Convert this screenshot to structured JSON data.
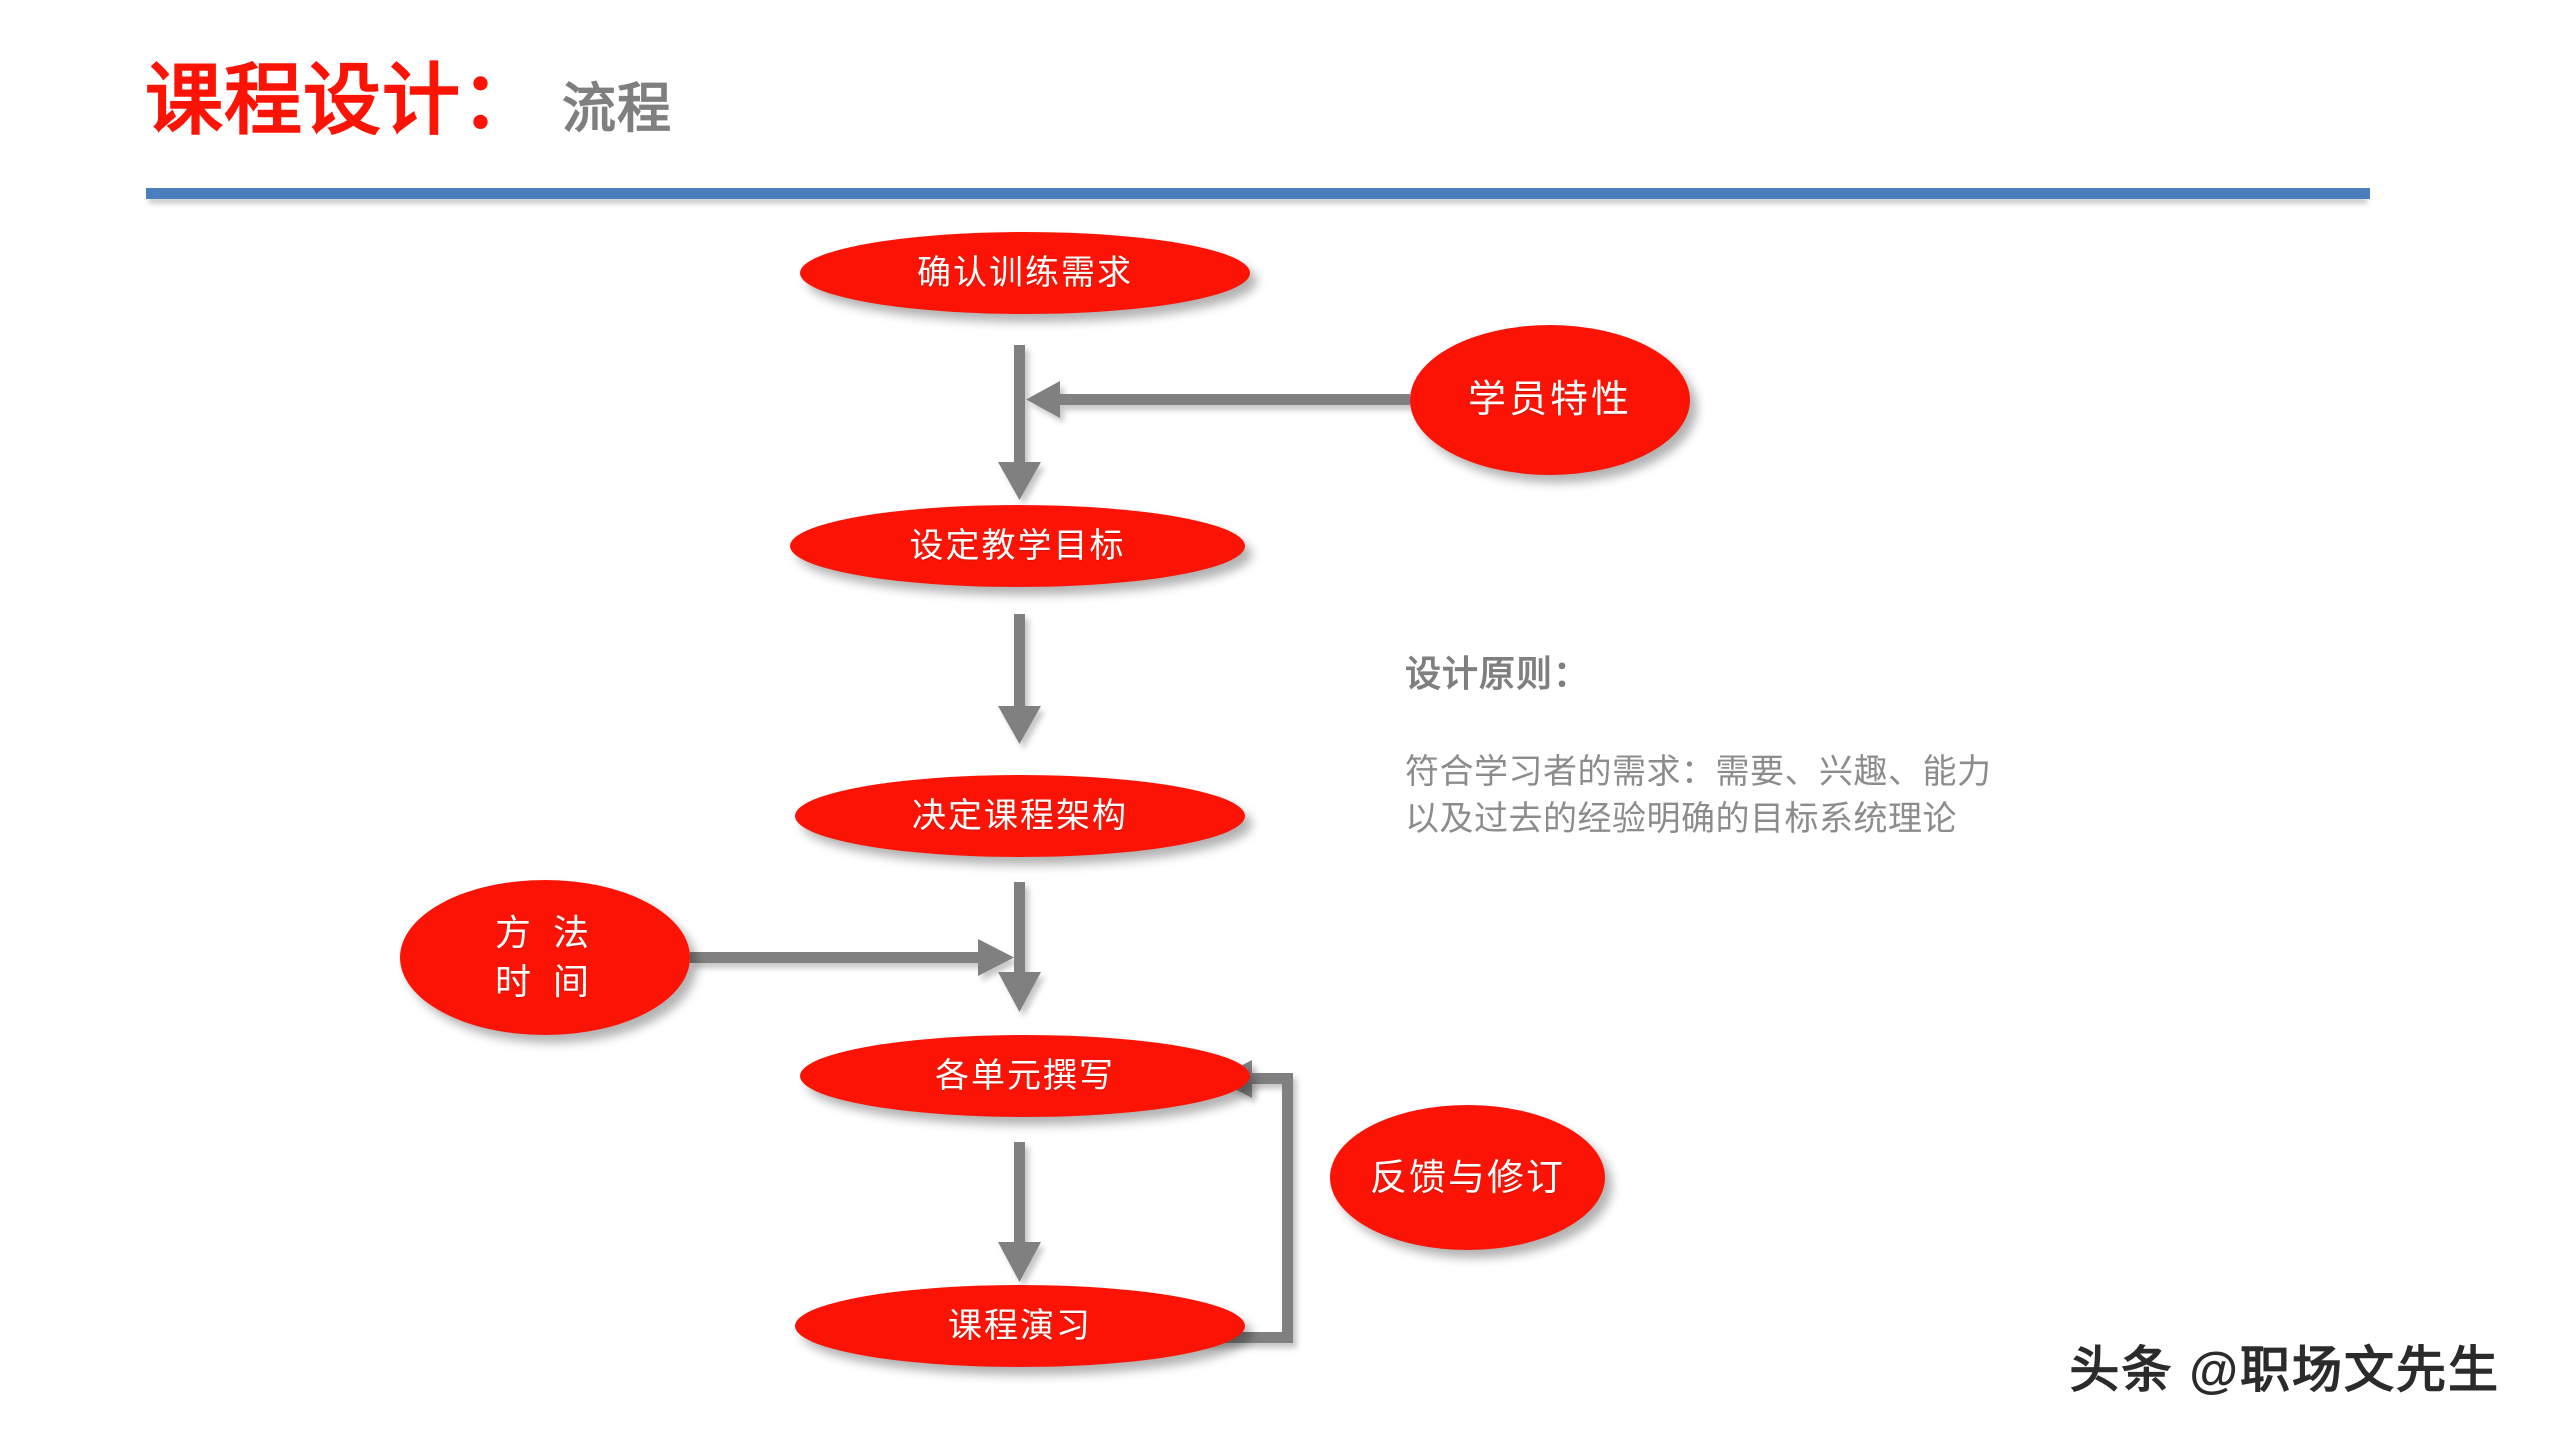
{
  "slide": {
    "title_main": "课程设计：",
    "title_sub": "流程",
    "background_color": "#ffffff",
    "accent_red": "#fb1405",
    "accent_blue": "#4a7ebc",
    "accent_gray": "#808080"
  },
  "flow": {
    "nodes": [
      {
        "id": "requirements",
        "label": "确认训练需求"
      },
      {
        "id": "objectives",
        "label": "设定教学目标"
      },
      {
        "id": "structure",
        "label": "决定课程架构"
      },
      {
        "id": "units",
        "label": "各单元撰写"
      },
      {
        "id": "rehearsal",
        "label": "课程演习"
      },
      {
        "id": "traits",
        "label": "学员特性"
      },
      {
        "id": "method",
        "label": "方 法\n时 间"
      },
      {
        "id": "feedback",
        "label": "反馈与修订"
      }
    ],
    "connectors": [
      {
        "id": "requirements-to-objectives",
        "type": "arrow-down"
      },
      {
        "id": "traits-to-flow",
        "type": "arrow-left"
      },
      {
        "id": "objectives-to-structure",
        "type": "arrow-down"
      },
      {
        "id": "structure-to-units",
        "type": "arrow-down"
      },
      {
        "id": "method-to-flow",
        "type": "arrow-right"
      },
      {
        "id": "units-to-rehearsal",
        "type": "arrow-down"
      },
      {
        "id": "rehearsal-to-units-loop",
        "type": "arrow-loop"
      }
    ]
  },
  "principles": {
    "heading": "设计原则：",
    "lines": [
      "符合学习者的需求：需要、兴趣、能力",
      "以及过去的经验明确的目标系统理论"
    ]
  },
  "watermark": {
    "text": "头条 @职场文先生"
  }
}
